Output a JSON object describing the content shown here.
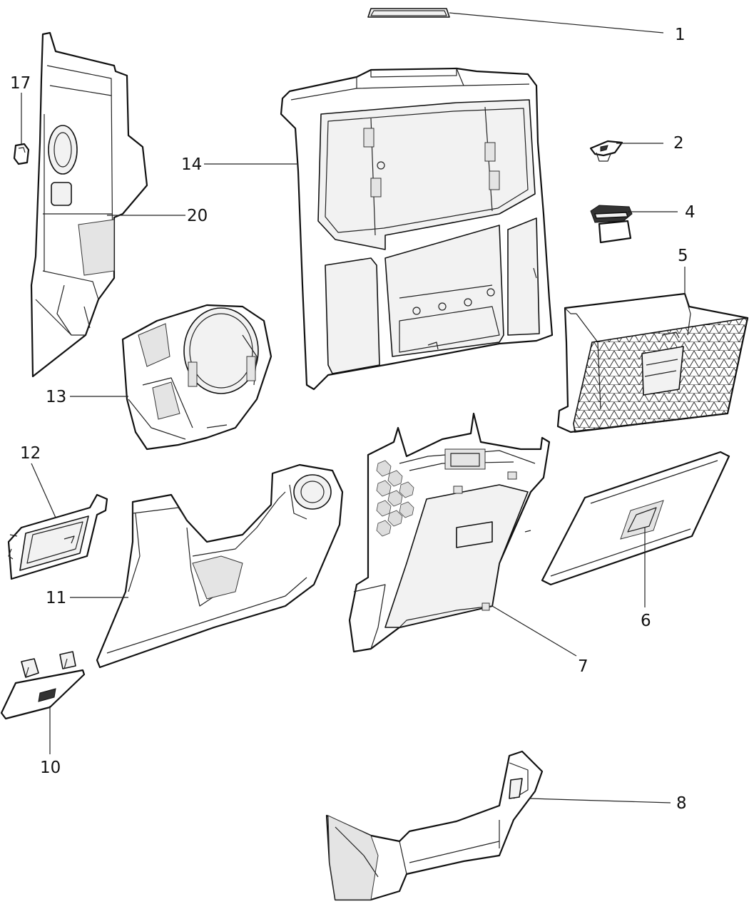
{
  "callouts": [
    {
      "id": "p1",
      "label": "1"
    },
    {
      "id": "p2",
      "label": "2"
    },
    {
      "id": "p4",
      "label": "4"
    },
    {
      "id": "p5",
      "label": "5"
    },
    {
      "id": "p6",
      "label": "6"
    },
    {
      "id": "p7",
      "label": "7"
    },
    {
      "id": "p8",
      "label": "8"
    },
    {
      "id": "p10",
      "label": "10"
    },
    {
      "id": "p11",
      "label": "11"
    },
    {
      "id": "p12",
      "label": "12"
    },
    {
      "id": "p13",
      "label": "13"
    },
    {
      "id": "p14",
      "label": "14"
    },
    {
      "id": "p17",
      "label": "17"
    },
    {
      "id": "p20",
      "label": "20"
    }
  ]
}
